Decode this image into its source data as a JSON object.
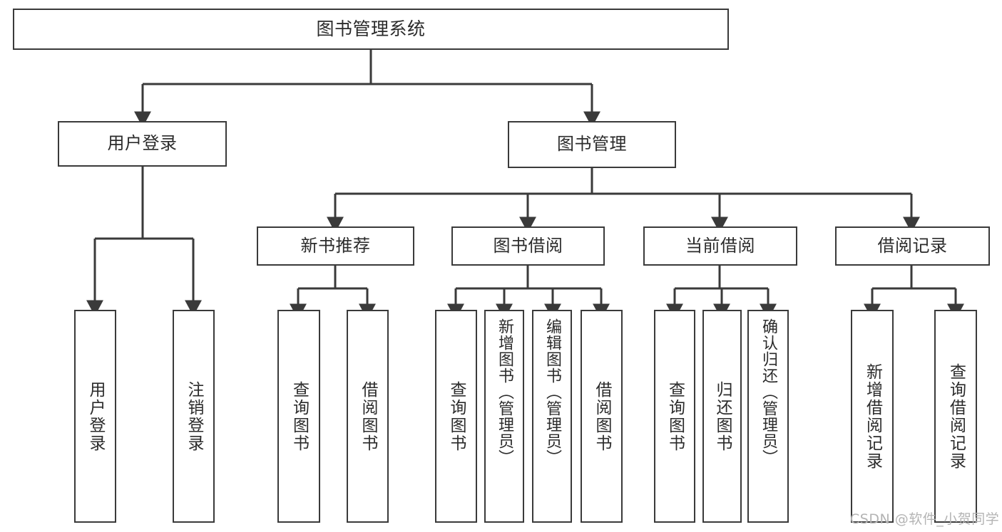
{
  "diagram": {
    "title": "图书管理系统",
    "type": "function-structure-tree",
    "stroke_color": "#3a3a3a",
    "text_color": "#2b2b2b",
    "background": "#ffffff"
  },
  "nodes": {
    "root": {
      "label": "图书管理系统"
    },
    "level2": [
      {
        "id": "user-login",
        "label": "用户登录"
      },
      {
        "id": "book-manage",
        "label": "图书管理"
      }
    ],
    "level3": [
      {
        "id": "new-book-recommend",
        "label": "新书推荐"
      },
      {
        "id": "book-borrow",
        "label": "图书借阅"
      },
      {
        "id": "current-borrow",
        "label": "当前借阅"
      },
      {
        "id": "borrow-record",
        "label": "借阅记录"
      }
    ],
    "leaves": {
      "user_login": [
        {
          "id": "leaf-user-login",
          "label": "用户登录"
        },
        {
          "id": "leaf-logout-login",
          "label": "注销登录"
        }
      ],
      "new_book_recommend": [
        {
          "id": "leaf-query-book-1",
          "label": "查询图书"
        },
        {
          "id": "leaf-borrow-book-1",
          "label": "借阅图书"
        }
      ],
      "book_borrow": [
        {
          "id": "leaf-query-book-2",
          "label": "查询图书"
        },
        {
          "id": "leaf-add-book",
          "label": "新增图书（管理员）"
        },
        {
          "id": "leaf-edit-book",
          "label": "编辑图书（管理员）"
        },
        {
          "id": "leaf-borrow-book-2",
          "label": "借阅图书"
        }
      ],
      "current_borrow": [
        {
          "id": "leaf-query-book-3",
          "label": "查询图书"
        },
        {
          "id": "leaf-return-book",
          "label": "归还图书"
        },
        {
          "id": "leaf-confirm-return",
          "label": "确认归还（管理员）"
        }
      ],
      "borrow_record": [
        {
          "id": "leaf-add-record",
          "label": "新增借阅记录"
        },
        {
          "id": "leaf-query-record",
          "label": "查询借阅记录"
        }
      ]
    }
  },
  "watermark": {
    "text": "CSDN @软件_小贺同学"
  }
}
